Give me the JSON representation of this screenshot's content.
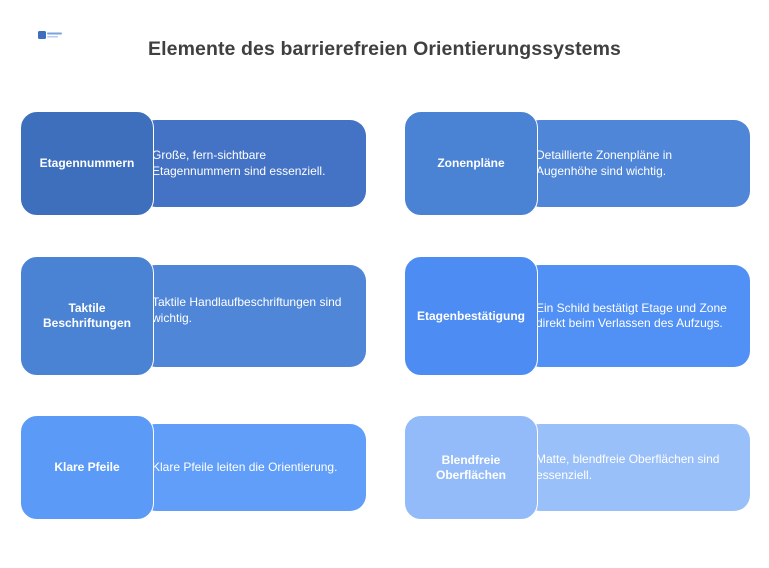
{
  "title": "Elemente des barrierefreien Orientierungssystems",
  "items": [
    {
      "label": "Etagennummern",
      "text": "Große, fern-sichtbare Etagennummern sind essenziell.",
      "label_color": "#3e6fbd",
      "body_color": "#4472c4"
    },
    {
      "label": "Zonenpläne",
      "text": "Detaillierte Zonenpläne in Augenhöhe sind wichtig.",
      "label_color": "#4a82d4",
      "body_color": "#4f86d8"
    },
    {
      "label": "Taktile Beschriftungen",
      "text": "Taktile Handlaufbeschriftungen sind wichtig.",
      "label_color": "#4a82d4",
      "body_color": "#4f86d8"
    },
    {
      "label": "Etagenbestätigung",
      "text": "Ein Schild bestätigt Etage und Zone direkt beim Verlassen des Aufzugs.",
      "label_color": "#4d8cf2",
      "body_color": "#5190f5"
    },
    {
      "label": "Klare Pfeile",
      "text": "Klare Pfeile leiten die Orientierung.",
      "label_color": "#5b9af7",
      "body_color": "#609ef9"
    },
    {
      "label": "Blendfreie Oberflächen",
      "text": "Matte, blendfreie Oberflächen sind essenziell.",
      "label_color": "#94bbf9",
      "body_color": "#9ac0fa"
    }
  ]
}
